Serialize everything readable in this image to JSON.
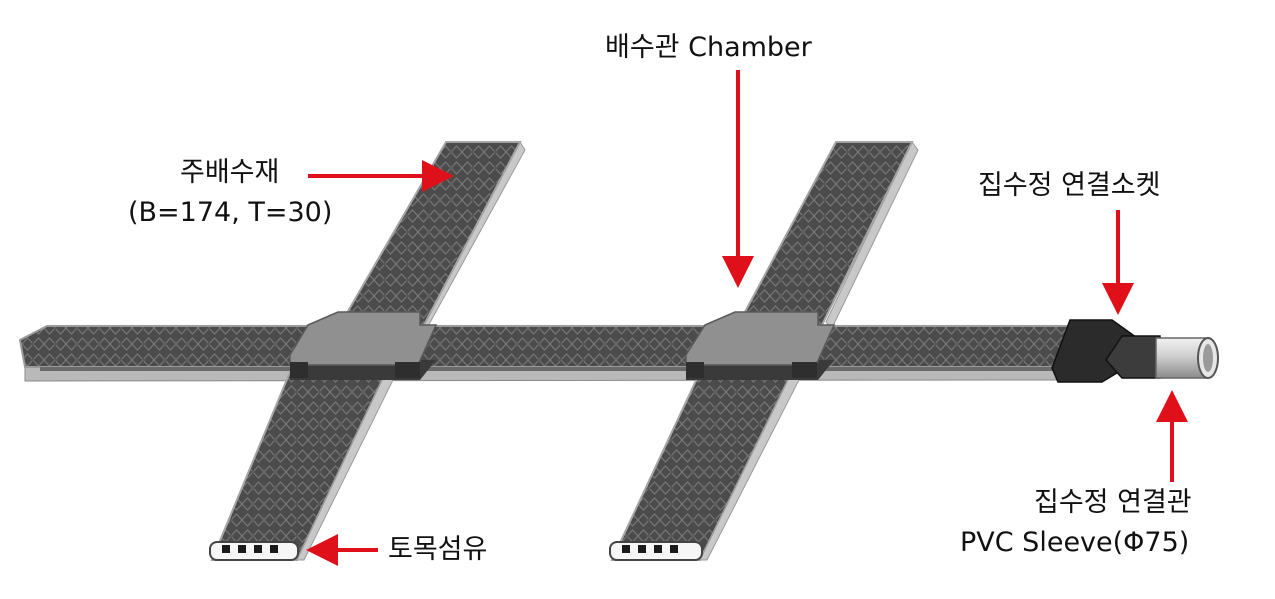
{
  "labels": {
    "chamber": "배수관 Chamber",
    "main_drain": "주배수재",
    "main_drain_spec": "(B=174, T=30)",
    "socket": "집수정 연결소켓",
    "geotextile": "토목섬유",
    "connection_pipe": "집수정 연결관",
    "pvc_sleeve": "PVC Sleeve(Φ75)"
  },
  "colors": {
    "arrow": "#e0101a",
    "strip": "#4a4a4a",
    "strip_edge": "#a8a8a8",
    "chamber_top": "#8e8e8e",
    "chamber_dark": "#3a3a3a",
    "socket": "#2b2b2b",
    "sleeve": "#bdbdbd",
    "text": "#111111"
  }
}
